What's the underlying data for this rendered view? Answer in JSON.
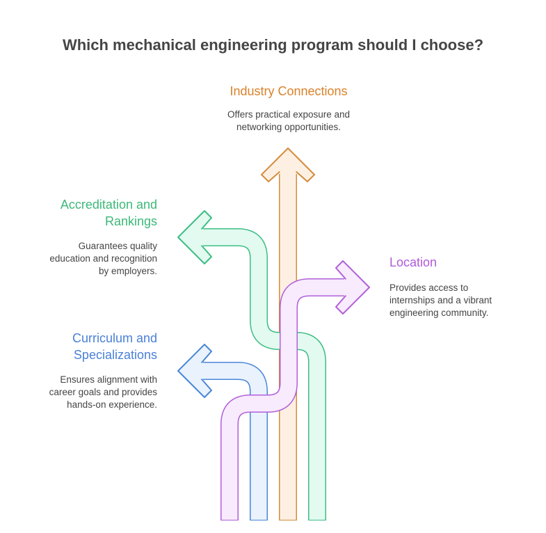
{
  "title": "Which mechanical engineering program should I choose?",
  "options": {
    "industry": {
      "heading": "Industry Connections",
      "desc1": "Offers practical exposure and",
      "desc2": "networking opportunities.",
      "stroke": "#d68a3a",
      "fill": "#fdf0e3",
      "text_color": "#d9822b"
    },
    "accreditation": {
      "heading1": "Accreditation and",
      "heading2": "Rankings",
      "desc1": "Guarantees quality",
      "desc2": "education and recognition",
      "desc3": "by employers.",
      "stroke": "#3dbd85",
      "fill": "#e2faef",
      "text_color": "#3cb878"
    },
    "location": {
      "heading": "Location",
      "desc1": "Provides access to",
      "desc2": "internships and a vibrant",
      "desc3": "engineering community.",
      "stroke": "#b15fd9",
      "fill": "#f7ebfd",
      "text_color": "#b05ad8"
    },
    "curriculum": {
      "heading1": "Curriculum and",
      "heading2": "Specializations",
      "desc1": "Ensures alignment with",
      "desc2": "career goals and provides",
      "desc3": "hands-on experience.",
      "stroke": "#4a86d8",
      "fill": "#e9f2fd",
      "text_color": "#4a80d8"
    }
  }
}
